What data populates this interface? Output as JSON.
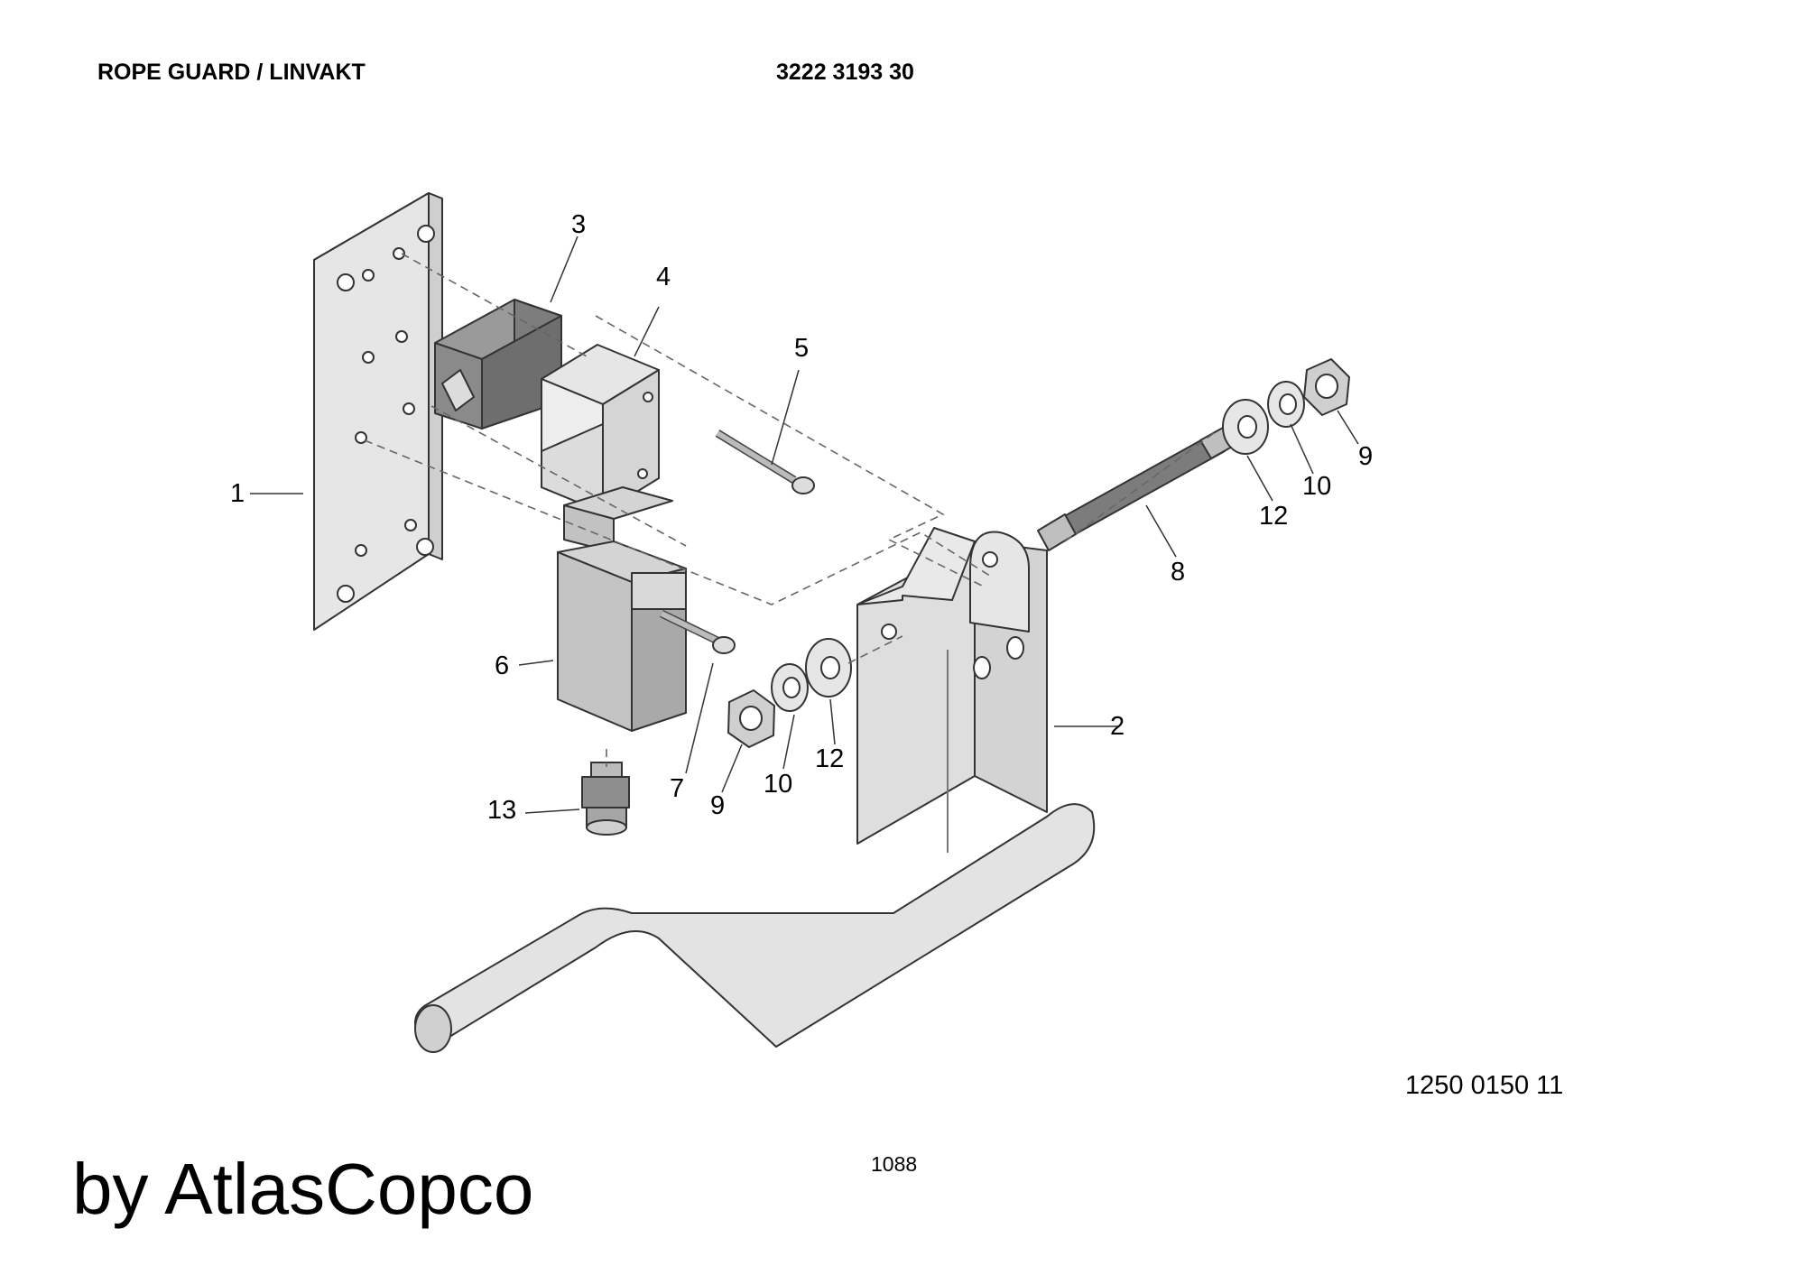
{
  "header": {
    "title": "ROPE GUARD / LINVAKT",
    "part_number": "3222 3193 30"
  },
  "callouts": [
    {
      "id": "c1",
      "label": "1"
    },
    {
      "id": "c2",
      "label": "2"
    },
    {
      "id": "c3",
      "label": "3"
    },
    {
      "id": "c4",
      "label": "4"
    },
    {
      "id": "c5",
      "label": "5"
    },
    {
      "id": "c6",
      "label": "6"
    },
    {
      "id": "c7",
      "label": "7"
    },
    {
      "id": "c8",
      "label": "8"
    },
    {
      "id": "c9a",
      "label": "9"
    },
    {
      "id": "c9b",
      "label": "9"
    },
    {
      "id": "c10a",
      "label": "10"
    },
    {
      "id": "c10b",
      "label": "10"
    },
    {
      "id": "c12a",
      "label": "12"
    },
    {
      "id": "c12b",
      "label": "12"
    },
    {
      "id": "c13",
      "label": "13"
    }
  ],
  "footer": {
    "drawing_number": "1250 0150 11",
    "page_number": "1088",
    "brand": "by AtlasCopco"
  },
  "colors": {
    "part_fill": "#e6e6e6",
    "part_dark": "#8a8a8a",
    "outline": "#333333",
    "background": "#ffffff"
  }
}
